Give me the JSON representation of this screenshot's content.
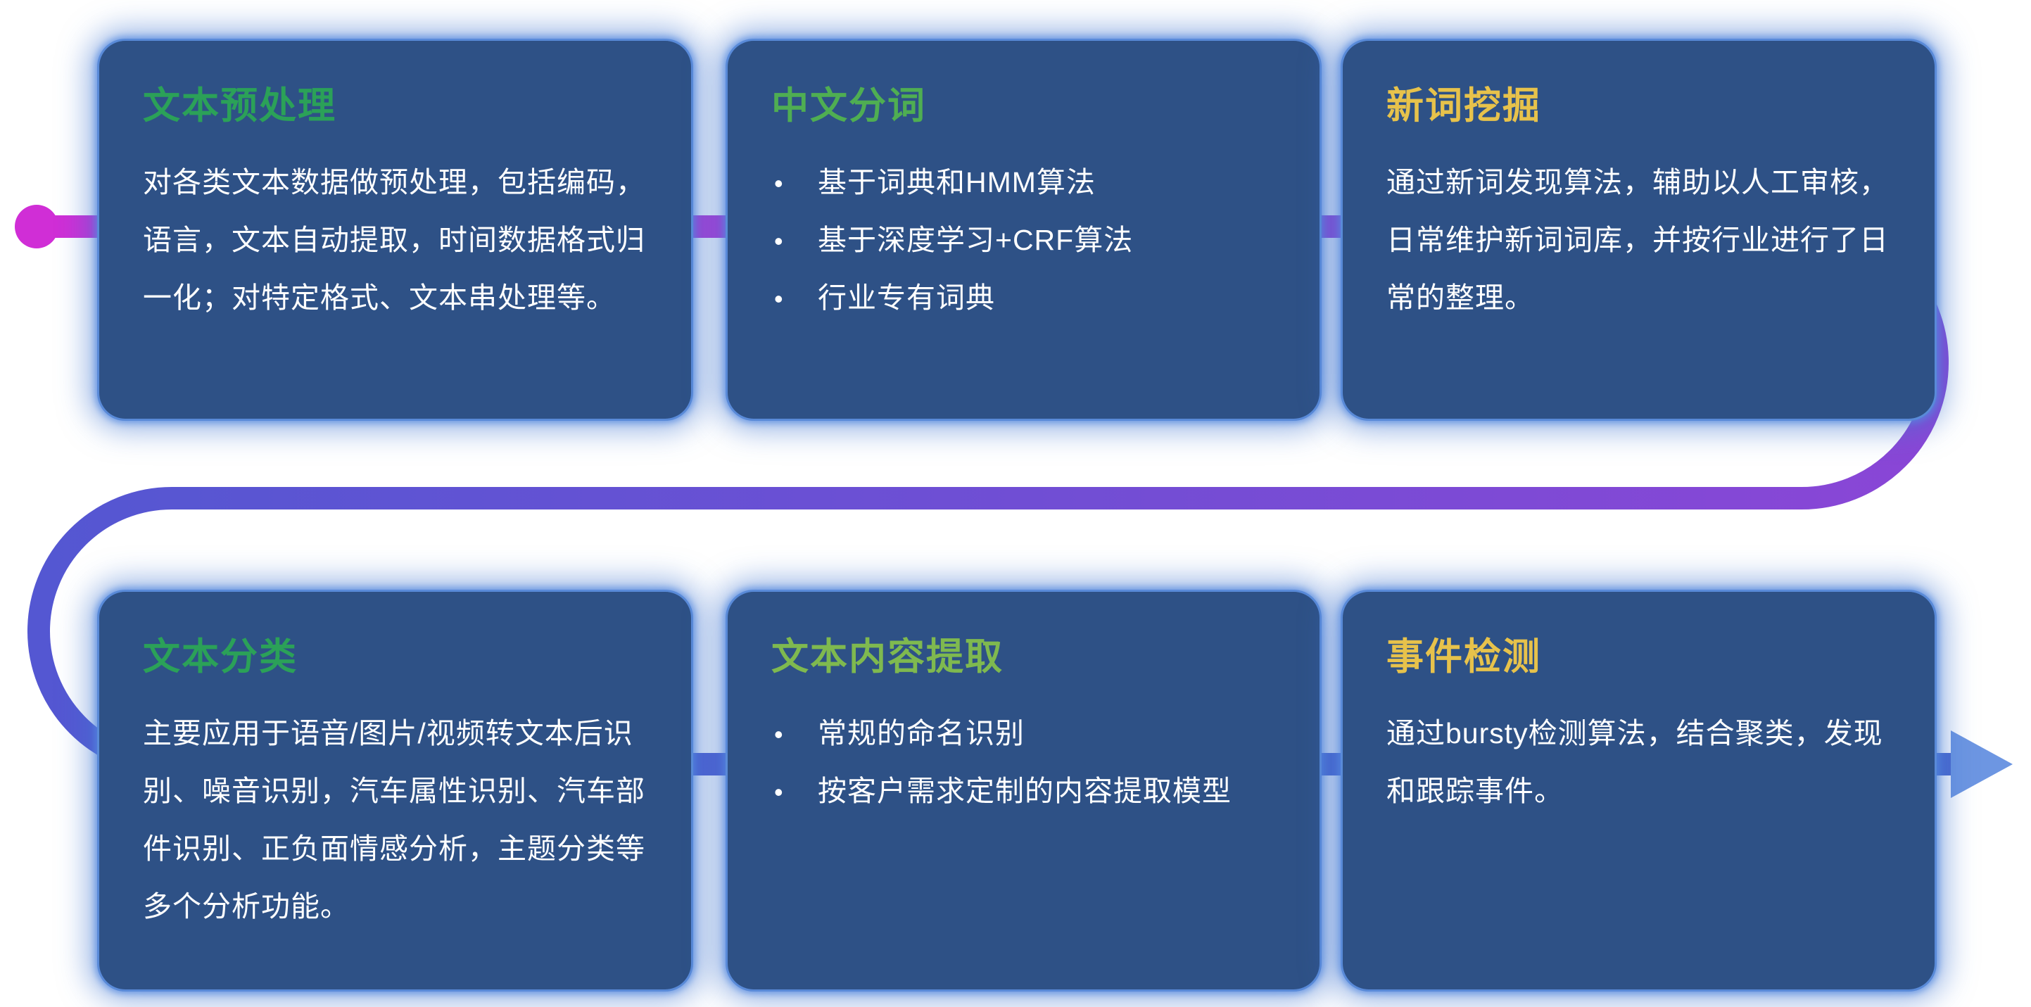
{
  "palette": {
    "card_bg": "#2e5186",
    "card_glow": "#4276d0",
    "body_text": "#ffffff",
    "line_start_magenta": "#d02ed6",
    "line_mid_violet": "#aa3ad7",
    "line_purple": "#8a46d6",
    "line_blueviolet": "#5457d2",
    "line_blue": "#4a68cf",
    "arrow_blue": "#6d96e2",
    "dot_magenta": "#d02ed6"
  },
  "cards": [
    {
      "title": "文本预处理",
      "title_color": "#2ba158",
      "body": "对各类文本数据做预处理，包括编码，语言，文本自动提取，时间数据格式归一化；对特定格式、文本串处理等。",
      "bullets": []
    },
    {
      "title": "中文分词",
      "title_color": "#4fae52",
      "body": "",
      "bullets": [
        "基于词典和HMM算法",
        "基于深度学习+CRF算法",
        "行业专有词典"
      ]
    },
    {
      "title": "新词挖掘",
      "title_color": "#e7c24b",
      "body": "通过新词发现算法，辅助以人工审核，日常维护新词词库，并按行业进行了日常的整理。",
      "bullets": []
    },
    {
      "title": "文本分类",
      "title_color": "#2ba158",
      "body": "主要应用于语音/图片/视频转文本后识别、噪音识别，汽车属性识别、汽车部件识别、正负面情感分析，主题分类等多个分析功能。",
      "bullets": []
    },
    {
      "title": "文本内容提取",
      "title_color": "#7fb94f",
      "body": "",
      "bullets": [
        "常规的命名识别",
        "按客户需求定制的内容提取模型"
      ]
    },
    {
      "title": "事件检测",
      "title_color": "#e7c24b",
      "body": "通过bursty检测算法，结合聚类，发现和跟踪事件。",
      "bullets": []
    }
  ]
}
